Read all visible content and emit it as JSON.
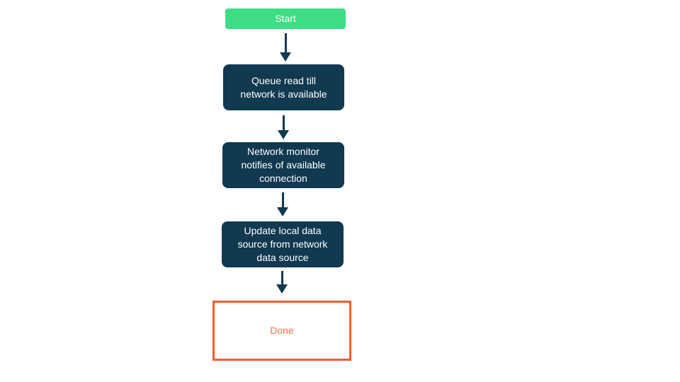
{
  "page": {
    "background_color": "#ffffff",
    "description": "Flowchart of queued network read handling"
  },
  "colors": {
    "start_node_bg": "#3edc84",
    "process_node_bg": "#113950",
    "node_text": "#ffffff",
    "arrow": "#113950",
    "done_border": "#f05d31",
    "done_text": "#f4724a"
  },
  "flowchart": {
    "nodes": [
      {
        "id": "start",
        "type": "start",
        "label": "Start",
        "lines": [
          "Start"
        ]
      },
      {
        "id": "queue-read",
        "type": "process",
        "label": "Queue read till network is available",
        "lines": [
          "Queue read till",
          "network is available"
        ]
      },
      {
        "id": "network-monitor",
        "type": "process",
        "label": "Network monitor notifies of available connection",
        "lines": [
          "Network monitor",
          "notifies of available",
          "connection"
        ]
      },
      {
        "id": "update-local",
        "type": "process",
        "label": "Update local data source from network data source",
        "lines": [
          "Update local data",
          "source from network",
          "data source"
        ]
      },
      {
        "id": "done",
        "type": "terminal",
        "label": "Done",
        "lines": [
          "Done"
        ]
      }
    ],
    "edges": [
      {
        "from": "start",
        "to": "queue-read"
      },
      {
        "from": "queue-read",
        "to": "network-monitor"
      },
      {
        "from": "network-monitor",
        "to": "update-local"
      },
      {
        "from": "update-local",
        "to": "done"
      }
    ]
  }
}
